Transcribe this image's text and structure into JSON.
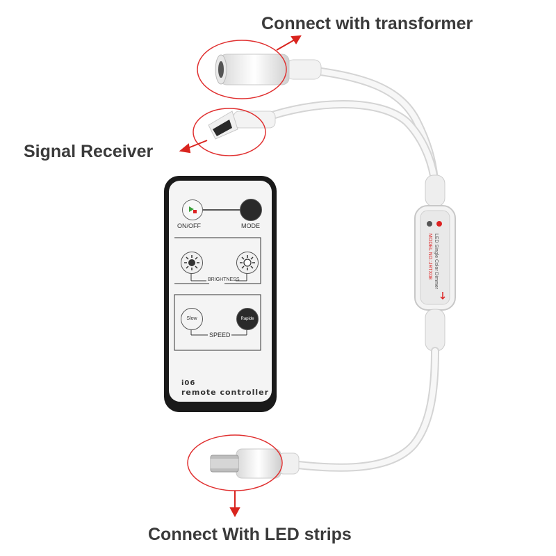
{
  "annotations": {
    "transformer": "Connect with transformer",
    "receiver": "Signal Receiver",
    "led": "Connect With LED strips"
  },
  "remote": {
    "onoff": "ON/OFF",
    "mode": "MODE",
    "brightness": "BRIGHTNESS",
    "slow": "Slow",
    "rapide": "Rapide",
    "speed": "SPEED",
    "model": "i06",
    "name": "remote controller"
  },
  "controller_box": {
    "line1": "LED Single Color Dimmer",
    "line2": "MODEL NO.:JRTX08"
  },
  "colors": {
    "annotation_circle": "#e03030",
    "arrow": "#d9241e",
    "label_text": "#3a3a3a",
    "remote_body": "#1a1a1a",
    "cable": "#f2f2f2"
  },
  "icons": [
    "arrow-icon",
    "power-icon",
    "sun-icon"
  ]
}
